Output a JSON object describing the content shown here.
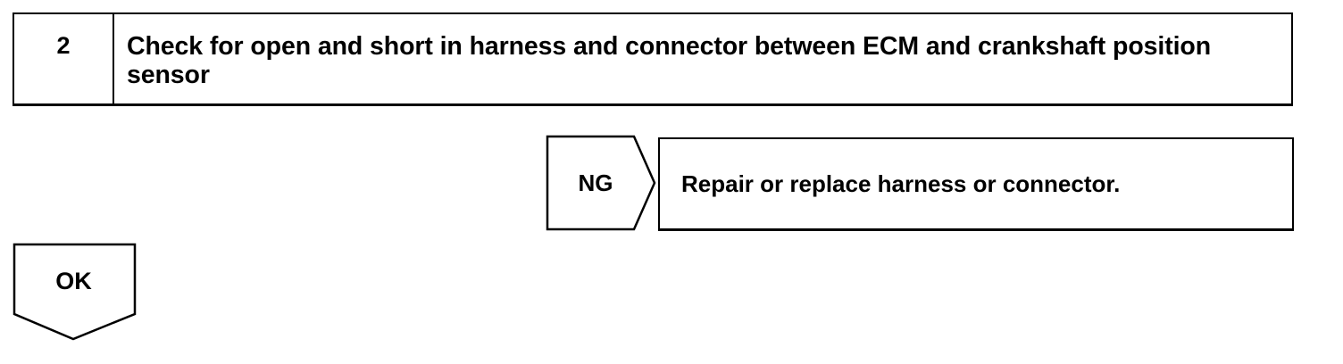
{
  "step": {
    "number": "2",
    "title": "Check for open and short in harness and connector between ECM and crankshaft position sensor"
  },
  "ng_branch": {
    "label": "NG",
    "action": "Repair or replace harness or connector."
  },
  "ok_branch": {
    "label": "OK"
  },
  "colors": {
    "line": "#000000",
    "background": "#ffffff"
  }
}
